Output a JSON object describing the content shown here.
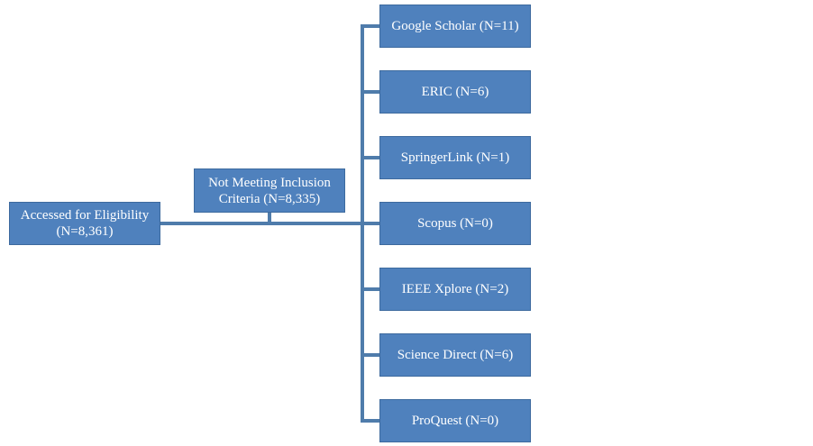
{
  "root": {
    "line1": "Accessed for Eligibility",
    "line2": "(N=8,361)"
  },
  "excluded": {
    "line1": "Not Meeting Inclusion",
    "line2": "Criteria (N=8,335)"
  },
  "sources": [
    {
      "label": "Google Scholar (N=11)"
    },
    {
      "label": "ERIC (N=6)"
    },
    {
      "label": "SpringerLink (N=1)"
    },
    {
      "label": "Scopus (N=0)"
    },
    {
      "label": "IEEE Xplore (N=2)"
    },
    {
      "label": "Science Direct (N=6)"
    },
    {
      "label": "ProQuest (N=0)"
    }
  ],
  "colors": {
    "box_fill": "#4f81bd",
    "connector": "#4f7cab"
  }
}
